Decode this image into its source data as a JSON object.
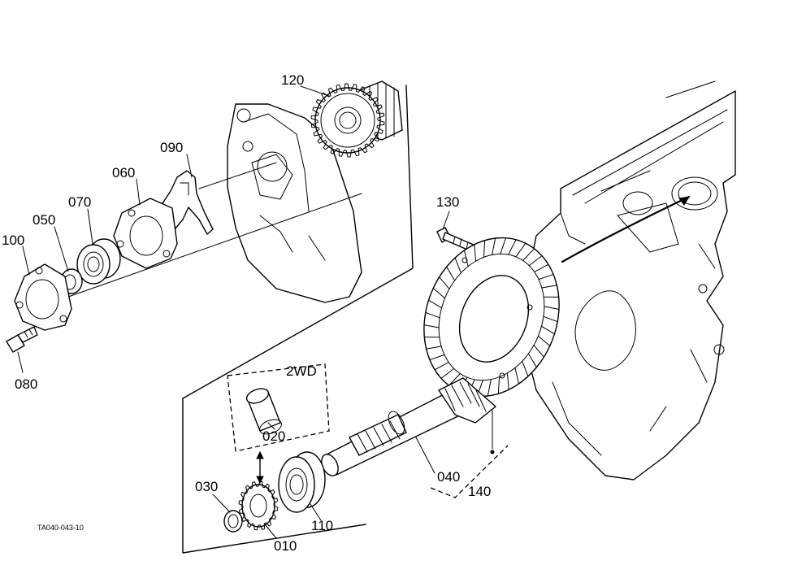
{
  "callouts": {
    "p010": "010",
    "p020": "020",
    "p030": "030",
    "p040": "040",
    "p050": "050",
    "p060": "060",
    "p070": "070",
    "p080": "080",
    "p090": "090",
    "p100": "100",
    "p110": "110",
    "p120": "120",
    "p130": "130",
    "p140": "140"
  },
  "variant_box_label": "2WD",
  "drawing_code": "TA040-043-10"
}
